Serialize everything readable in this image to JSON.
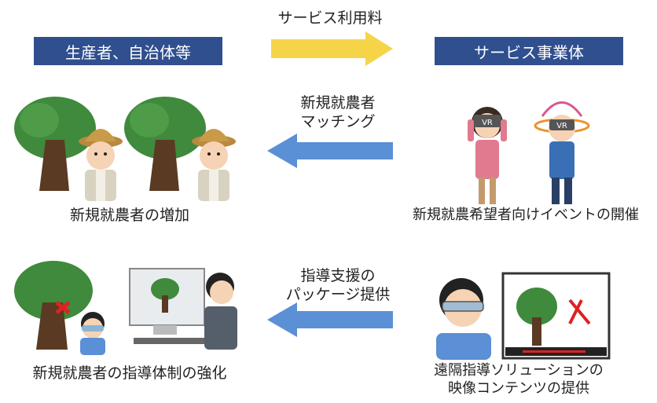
{
  "header": {
    "left_box": "生産者、自治体等",
    "right_box": "サービス事業体",
    "fee_label": "サービス利用料"
  },
  "row1": {
    "arrow_label_line1": "新規就農者",
    "arrow_label_line2": "マッチング",
    "left_caption": "新規就農者の増加",
    "right_caption": "新規就農希望者向けイベントの開催",
    "vr_text": "VR"
  },
  "row2": {
    "arrow_label_line1": "指導支援の",
    "arrow_label_line2": "パッケージ提供",
    "left_caption": "新規就農者の指導体制の強化",
    "right_caption_line1": "遠隔指導ソリューションの",
    "right_caption_line2": "映像コンテンツの提供"
  },
  "colors": {
    "box_blue": "#2f4f8f",
    "fee_arrow": "#f5d44a",
    "flow_arrow": "#5b8fd6",
    "tree_green": "#3f8a3c",
    "trunk": "#5a3a22"
  }
}
